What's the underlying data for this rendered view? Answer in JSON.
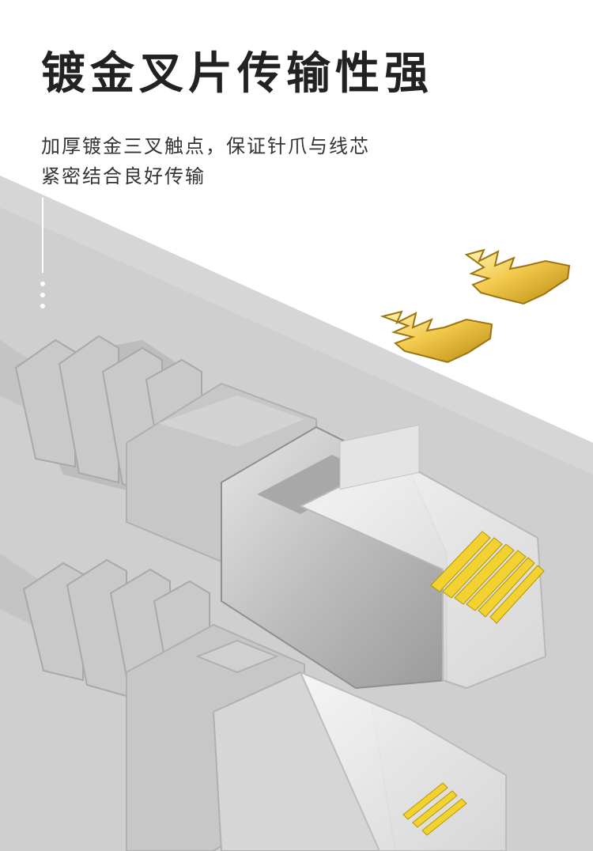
{
  "headline": "镀金叉片传输性强",
  "description": {
    "line1": "加厚镀金三叉触点，保证针爪与线芯",
    "line2": "紧密结合良好传输"
  },
  "colors": {
    "background_light": "#ffffff",
    "background_gray": "#cfcfcf",
    "cable_gray": "#c9c9c9",
    "shield_silver": "#b9b9b9",
    "contact_gold": "#f2c94c",
    "headline_text": "#222222",
    "body_text": "#333333"
  },
  "icons": [
    "gold-contact-icon",
    "rj45-connector-icon"
  ]
}
